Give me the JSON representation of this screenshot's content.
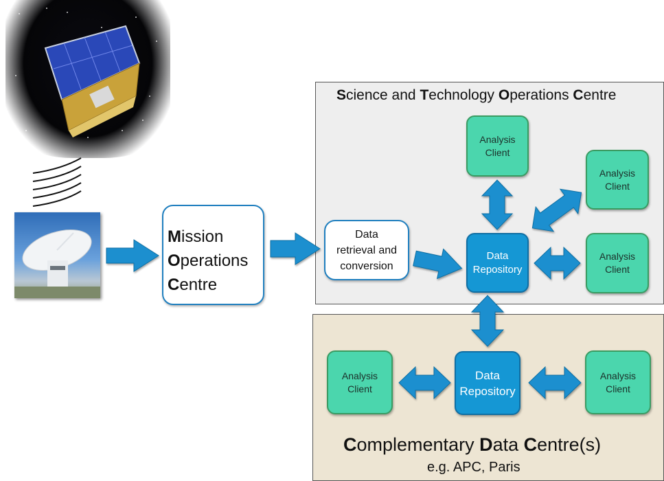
{
  "stoc": {
    "title_parts": [
      "S",
      "cience and ",
      "T",
      "echnology ",
      "O",
      "perations ",
      "C",
      "entre"
    ],
    "data_retrieval": [
      "Data",
      "retrieval and",
      "conversion"
    ],
    "repository": [
      "Data",
      "Repository"
    ],
    "clients": [
      [
        "Analysis",
        "Client"
      ],
      [
        "Analysis",
        "Client"
      ],
      [
        "Analysis",
        "Client"
      ]
    ]
  },
  "moc": {
    "lines": [
      [
        "M",
        "ission"
      ],
      [
        "O",
        "perations"
      ],
      [
        "C",
        "entre"
      ]
    ]
  },
  "cdc": {
    "title_parts": [
      "C",
      "omplementary ",
      "D",
      "ata ",
      "C",
      "entre(s)"
    ],
    "subtitle": "e.g. APC, Paris",
    "repository": [
      "Data",
      "Repository"
    ],
    "clients": [
      [
        "Analysis",
        "Client"
      ],
      [
        "Analysis",
        "Client"
      ]
    ]
  },
  "colors": {
    "arrow": "#1a8fcf",
    "client": "#4bd6ad",
    "repository": "#1597d4",
    "stoc_panel": "#eeeeee",
    "cdc_panel": "#ede5d3"
  },
  "icons": [
    "satellite-image",
    "ground-antenna-image",
    "radio-wave-icon"
  ]
}
